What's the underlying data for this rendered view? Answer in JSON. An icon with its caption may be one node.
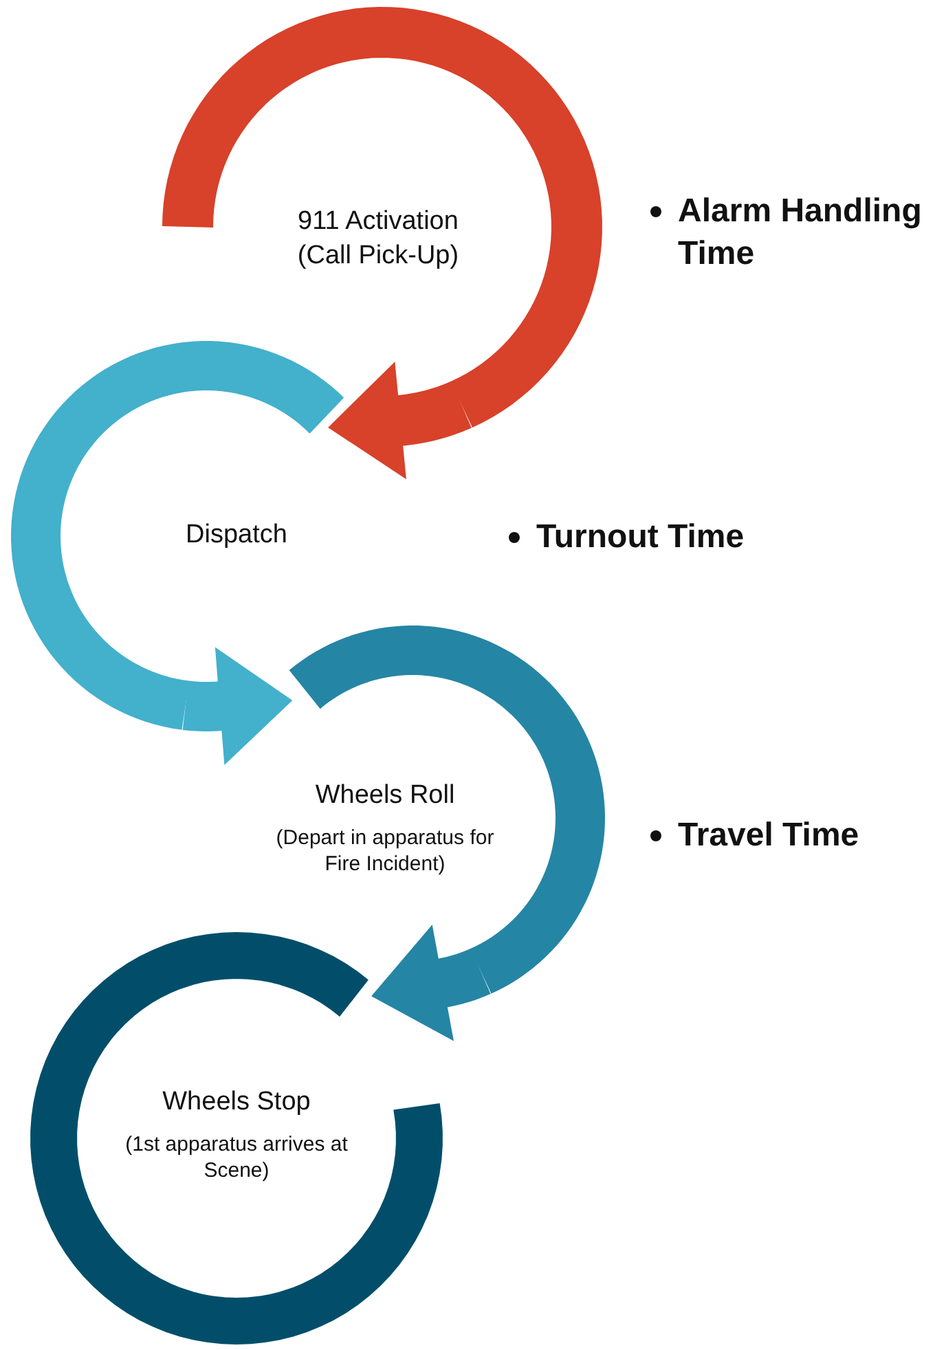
{
  "diagram": {
    "nodes": [
      {
        "text": [
          "911 Activation (Call Pick-Up)"
        ]
      },
      {
        "text": [
          "Dispatch"
        ]
      },
      {
        "text": [
          "Wheels Roll",
          "(Depart in apparatus for Fire Incident)"
        ]
      },
      {
        "text": [
          "Wheels Stop",
          "(1st apparatus arrives at Scene)"
        ]
      }
    ],
    "edges": [
      {
        "from": 0,
        "to": 1,
        "arrow": "to",
        "color": "#d8412a"
      },
      {
        "from": 1,
        "to": 2,
        "arrow": "to",
        "color": "#43b0cc"
      },
      {
        "from": 2,
        "to": 3,
        "arrow": "to",
        "color": "#2585a5"
      }
    ],
    "labels": [
      "Alarm Handling Time",
      "Turnout Time",
      "Travel Time"
    ]
  }
}
